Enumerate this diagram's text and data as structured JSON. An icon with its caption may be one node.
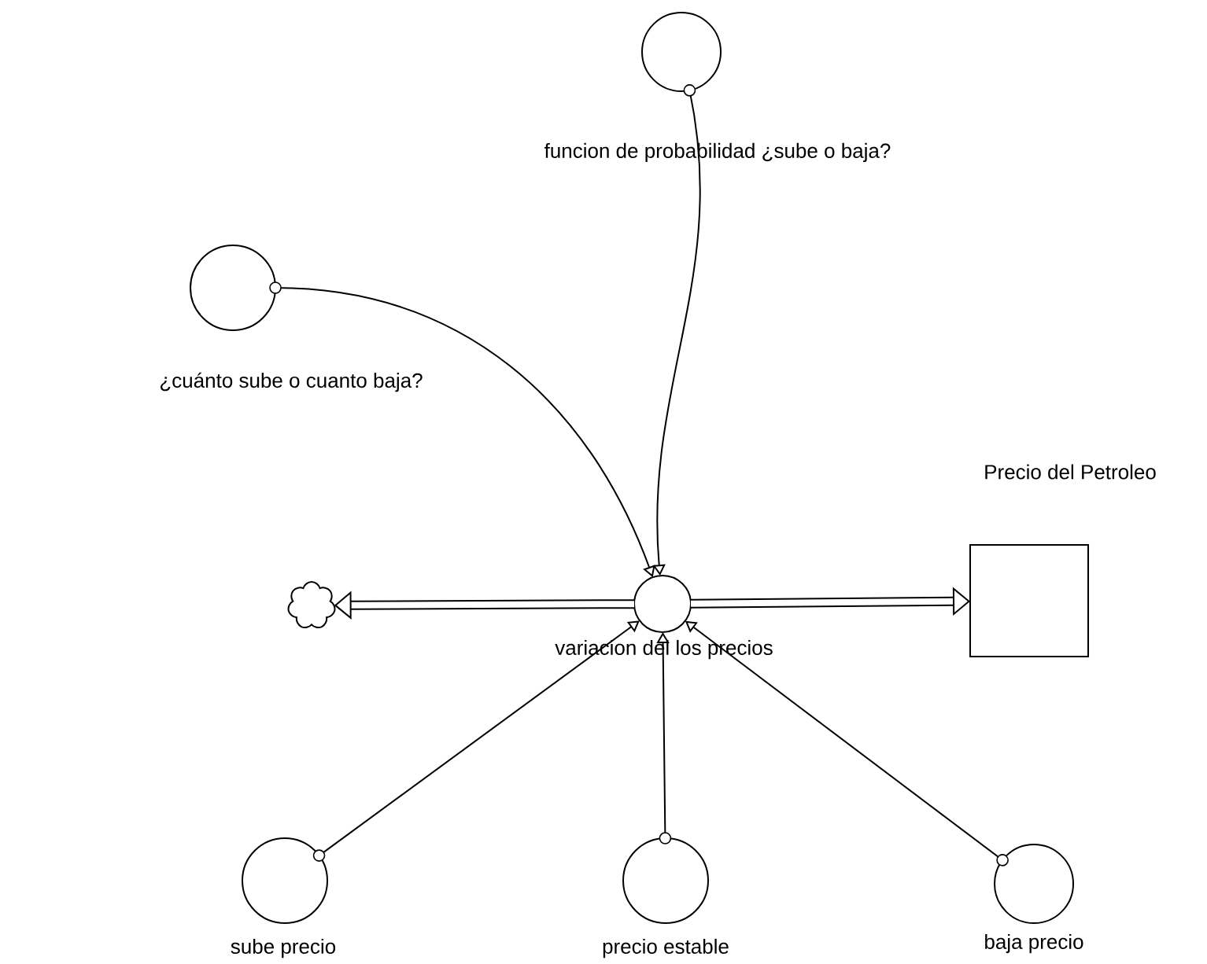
{
  "diagram": {
    "nodes": [
      {
        "text": [
          "funcion de probabilidad ¿sube o baja?"
        ]
      },
      {
        "text": [
          "¿cuánto sube o cuanto baja?"
        ]
      },
      {
        "text": [
          "Precio del Petroleo"
        ]
      },
      {
        "text": [],
        "shape": "cloud"
      },
      {
        "text": [
          "variacion del los precios"
        ]
      },
      {
        "text": [
          "sube precio"
        ]
      },
      {
        "text": [
          "precio estable"
        ]
      },
      {
        "text": [
          "baja precio"
        ]
      }
    ],
    "edges": [
      {
        "from": 4,
        "to": 2,
        "arrow": "to",
        "style": "thick"
      },
      {
        "from": 4,
        "to": 3,
        "arrow": "to",
        "style": "thick"
      },
      {
        "from": 0,
        "to": 4,
        "arrow": "to"
      },
      {
        "from": 1,
        "to": 4,
        "arrow": "to"
      },
      {
        "from": 5,
        "to": 4,
        "arrow": "to"
      },
      {
        "from": 6,
        "to": 4,
        "arrow": "to"
      },
      {
        "from": 7,
        "to": 4,
        "arrow": "to"
      }
    ]
  }
}
